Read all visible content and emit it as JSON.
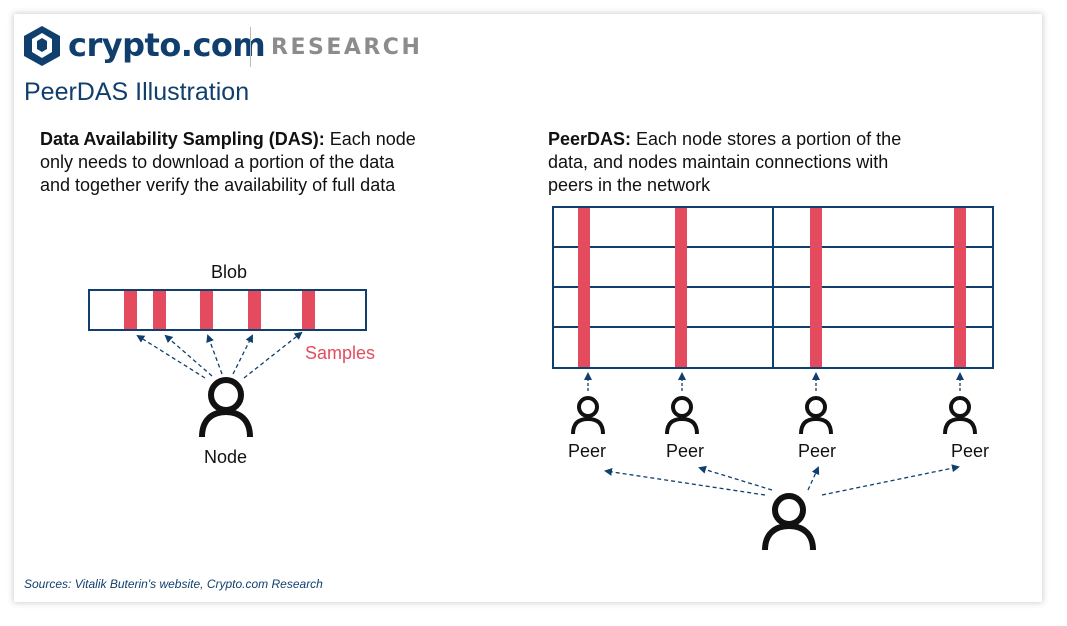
{
  "header": {
    "brand": "crypto.com",
    "section": "RESEARCH",
    "title": "PeerDAS Illustration"
  },
  "left": {
    "heading": "Data Availability Sampling (DAS):",
    "text_line1": " Each node",
    "text_line2": "only needs to download a portion of the data",
    "text_line3": "and together verify the availability of full data",
    "blob_label": "Blob",
    "samples_label": "Samples",
    "node_label": "Node"
  },
  "right": {
    "heading": "PeerDAS:",
    "text_line1": " Each node stores a portion of the",
    "text_line2": "data, and nodes maintain connections with",
    "text_line3": "peers in the network",
    "peers": [
      "Peer",
      "Peer",
      "Peer",
      "Peer"
    ]
  },
  "footer": {
    "sources": "Sources:  Vitalik Buterin's website, Crypto.com Research"
  },
  "colors": {
    "navy": "#103f6e",
    "sample_red": "#e54b5f"
  }
}
